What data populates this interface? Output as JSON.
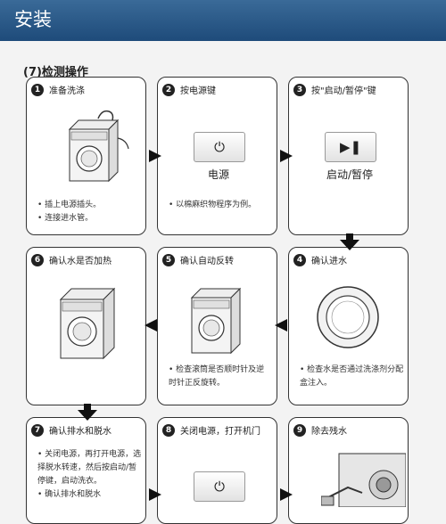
{
  "header": {
    "title": "安装"
  },
  "section": {
    "title": "(7)检测操作"
  },
  "steps": [
    {
      "num": "1",
      "title": "准备洗涤",
      "bullets": [
        "插上电源插头。",
        "连接进水管。"
      ]
    },
    {
      "num": "2",
      "title": "按电源键",
      "button_label": "电源",
      "bullets": [
        "以棉麻织物程序为例。"
      ]
    },
    {
      "num": "3",
      "title": "按\"启动/暂停\"键",
      "button_label": "启动/暂停"
    },
    {
      "num": "4",
      "title": "确认进水",
      "bullets": [
        "检查水是否通过洗涤剂分配盒注入。"
      ]
    },
    {
      "num": "5",
      "title": "确认自动反转",
      "bullets": [
        "检查滚筒是否顺时针及逆时针正反旋转。"
      ]
    },
    {
      "num": "6",
      "title": "确认水是否加热"
    },
    {
      "num": "7",
      "title": "确认排水和脱水",
      "bullets": [
        "关闭电源，再打开电源，选择脱水转速，然后按启动/暂停键，启动洗衣。",
        "确认排水和脱水"
      ]
    },
    {
      "num": "8",
      "title": "关闭电源，打开机门"
    },
    {
      "num": "9",
      "title": "除去残水"
    }
  ]
}
